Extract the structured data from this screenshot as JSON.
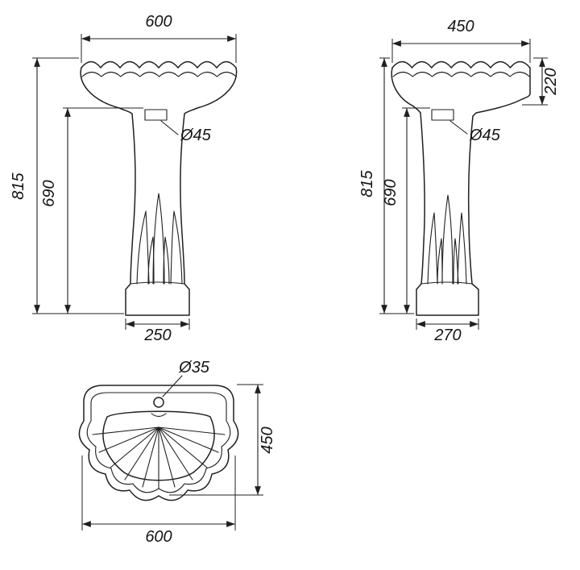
{
  "page": {
    "background": "#ffffff",
    "line_color": "#202020"
  },
  "front_view": {
    "width_top": "600",
    "overall_height": "815",
    "pedestal_height": "690",
    "hole_diameter": "Ø45",
    "base_width": "250"
  },
  "side_view": {
    "depth_top": "450",
    "basin_height": "220",
    "overall_height": "815",
    "pedestal_height": "690",
    "hole_diameter": "Ø45",
    "base_depth": "270"
  },
  "plan_view": {
    "tap_hole_diameter": "Ø35",
    "depth": "450",
    "width": "600"
  }
}
